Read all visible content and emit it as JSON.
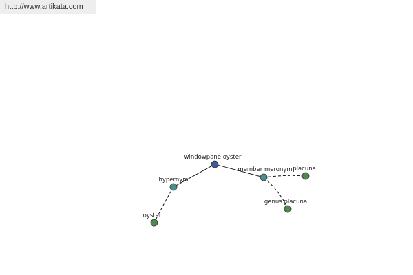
{
  "source": {
    "url_text": "http://www.artikata.com"
  },
  "colors": {
    "root": "#3d5a99",
    "relation": "#4a8f8f",
    "term": "#4e8a4a"
  },
  "graph": {
    "nodes": [
      {
        "id": "root",
        "label": "windowpane oyster",
        "kind": "root"
      },
      {
        "id": "hypernym",
        "label": "hypernym",
        "kind": "relation"
      },
      {
        "id": "member",
        "label": "member meronym",
        "kind": "relation"
      },
      {
        "id": "oyster",
        "label": "oyster",
        "kind": "term"
      },
      {
        "id": "placuna",
        "label": "placuna",
        "kind": "term"
      },
      {
        "id": "genus",
        "label": "genus placuna",
        "kind": "term"
      }
    ],
    "edges": [
      {
        "from": "root",
        "to": "hypernym",
        "style": "solid"
      },
      {
        "from": "root",
        "to": "member",
        "style": "solid"
      },
      {
        "from": "hypernym",
        "to": "oyster",
        "style": "dashed"
      },
      {
        "from": "member",
        "to": "placuna",
        "style": "dashed"
      },
      {
        "from": "member",
        "to": "genus",
        "style": "dashed"
      }
    ]
  }
}
